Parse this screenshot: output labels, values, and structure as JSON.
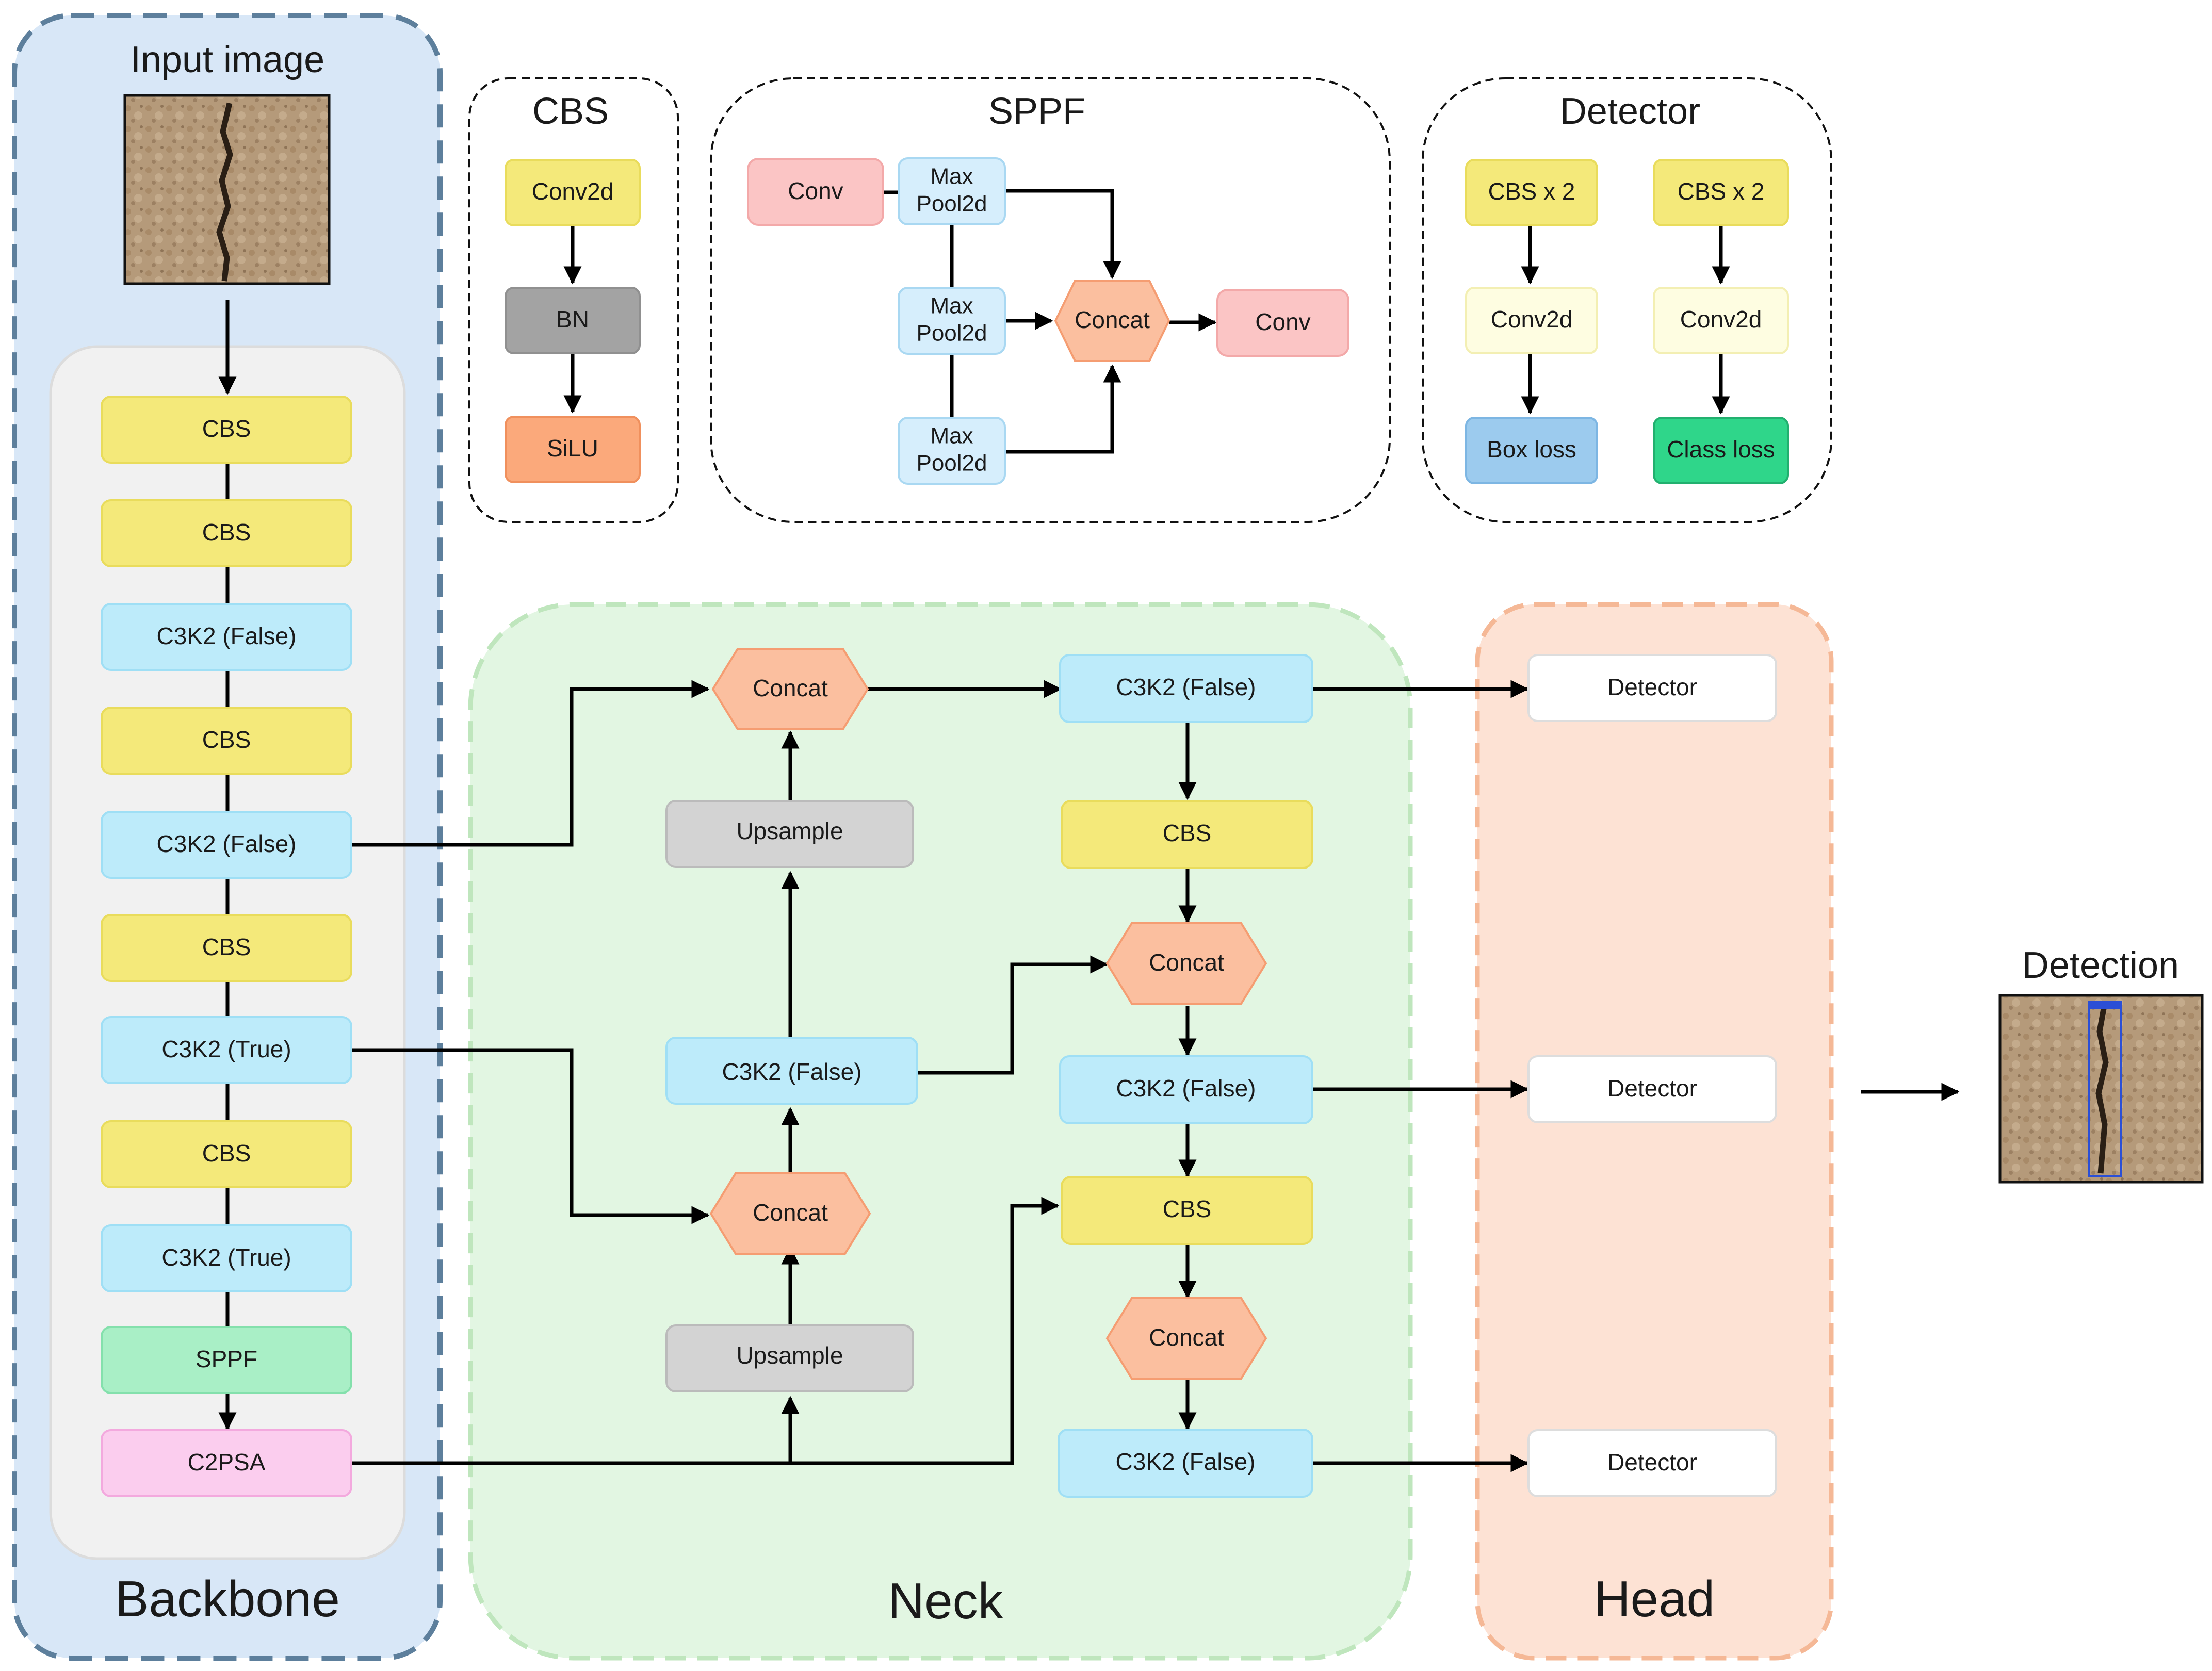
{
  "panels": {
    "backbone_title": "Backbone",
    "neck_title": "Neck",
    "head_title": "Head",
    "input_title": "Input image",
    "detection_title": "Detection",
    "cbs_title": "CBS",
    "sppf_title": "SPPF",
    "detector_title": "Detector"
  },
  "backbone": {
    "blocks": [
      "CBS",
      "CBS",
      "C3K2 (False)",
      "CBS",
      "C3K2 (False)",
      "CBS",
      "C3K2 (True)",
      "CBS",
      "C3K2 (True)",
      "SPPF",
      "C2PSA"
    ]
  },
  "neck": {
    "upsample_top": "Upsample",
    "upsample_bottom": "Upsample",
    "concat_top": "Concat",
    "concat_mid": "Concat",
    "c3k2_mid": "C3K2 (False)",
    "right_c3k2_top": "C3K2 (False)",
    "right_cbs_1": "CBS",
    "right_concat_1": "Concat",
    "right_c3k2_mid": "C3K2 (False)",
    "right_cbs_2": "CBS",
    "right_concat_2": "Concat",
    "right_c3k2_bottom": "C3K2 (False)"
  },
  "head": {
    "detectors": [
      "Detector",
      "Detector",
      "Detector"
    ]
  },
  "cbs_module": {
    "conv": "Conv2d",
    "bn": "BN",
    "act": "SiLU"
  },
  "sppf_module": {
    "conv_in": "Conv",
    "pool_1": [
      "Max",
      "Pool2d"
    ],
    "pool_2": [
      "Max",
      "Pool2d"
    ],
    "pool_3": [
      "Max",
      "Pool2d"
    ],
    "concat": "Concat",
    "conv_out": "Conv"
  },
  "detector_module": {
    "left": {
      "cbs": "CBS x 2",
      "conv": "Conv2d",
      "loss": "Box loss"
    },
    "right": {
      "cbs": "CBS x 2",
      "conv": "Conv2d",
      "loss": "Class loss"
    }
  },
  "colors": {
    "cbs": "#f4e97a",
    "c3k2": "#bdebfa",
    "sppf": "#a9efc6",
    "c2psa": "#fbcdee",
    "upsample": "#d3d3d3",
    "concat": "#fbbf9f",
    "conv_pink": "#fbc5c5",
    "bn": "#a3a3a3",
    "silu": "#fba97b",
    "conv2d_light": "#fefde1",
    "box_loss": "#9ccbee",
    "class_loss": "#2fd68a",
    "backbone_bg": "#d8e7f7",
    "neck_bg": "#e2f6e2",
    "head_bg": "#fde2d4"
  }
}
